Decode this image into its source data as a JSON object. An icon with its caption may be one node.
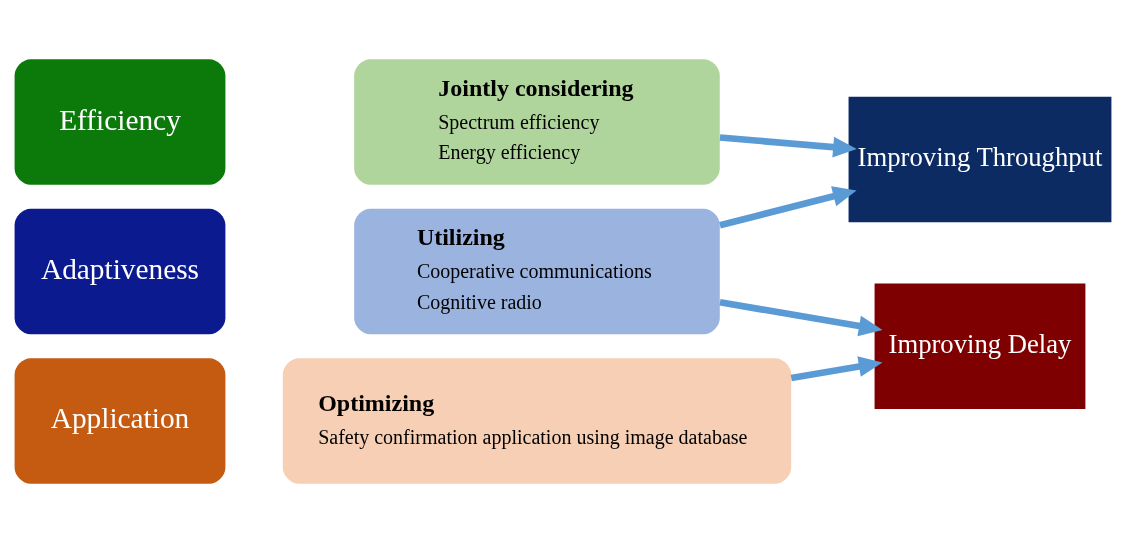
{
  "diagram": {
    "nodes": [
      {
        "text": [
          "Efficiency"
        ]
      },
      {
        "text": [
          "Jointly considering",
          "Spectrum efficiency",
          "Energy efficiency"
        ]
      },
      {
        "text": [
          "Adaptiveness"
        ]
      },
      {
        "text": [
          "Utilizing",
          "Cooperative communications",
          "Cognitive radio"
        ]
      },
      {
        "text": [
          "Application"
        ]
      },
      {
        "text": [
          "Optimizing",
          "Safety confirmation application using image database"
        ]
      },
      {
        "text": [
          "Improving Throughput"
        ]
      },
      {
        "text": [
          "Improving Delay"
        ]
      }
    ],
    "edges": [
      {
        "from": 1,
        "to": 6,
        "arrow": "to"
      },
      {
        "from": 3,
        "to": 6,
        "arrow": "to"
      },
      {
        "from": 3,
        "to": 7,
        "arrow": "to"
      },
      {
        "from": 5,
        "to": 7,
        "arrow": "to"
      }
    ]
  }
}
